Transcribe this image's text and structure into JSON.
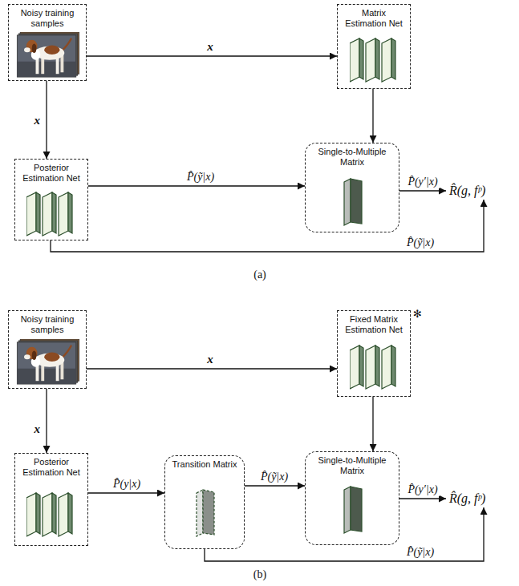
{
  "diagram": {
    "nodes": [
      {
        "text": [
          "Noisy training samples"
        ]
      },
      {
        "text": [
          "Matrix Estimation Net"
        ]
      },
      {
        "text": [
          "Posterior Estimation Net"
        ]
      },
      {
        "text": [
          "Single-to-Multiple Matrix"
        ]
      },
      {
        "text": [
          "R̂(g, fᵖ)"
        ]
      },
      {
        "text": [
          "Noisy training samples"
        ]
      },
      {
        "text": [
          "Fixed Matrix Estimation Net",
          "✻"
        ]
      },
      {
        "text": [
          "Posterior Estimation Net"
        ]
      },
      {
        "text": [
          "Transition Matrix"
        ]
      },
      {
        "text": [
          "Single-to-Multiple Matrix"
        ]
      },
      {
        "text": [
          "R̂(g, fᵖ)"
        ]
      }
    ],
    "edges": [
      {
        "from": 0,
        "to": 1,
        "arrow": "to",
        "label": "x"
      },
      {
        "from": 0,
        "to": 2,
        "arrow": "to",
        "label": "x"
      },
      {
        "from": 1,
        "to": 3,
        "arrow": "to"
      },
      {
        "from": 2,
        "to": 3,
        "arrow": "to",
        "label": "P̂(ỹ|x)"
      },
      {
        "from": 3,
        "to": 4,
        "arrow": "to",
        "label": "P̂(y′|x)"
      },
      {
        "from": 2,
        "to": 4,
        "arrow": "to",
        "label": "P̂(ỹ|x)"
      },
      {
        "from": 5,
        "to": 6,
        "arrow": "to",
        "label": "x"
      },
      {
        "from": 5,
        "to": 7,
        "arrow": "to",
        "label": "x"
      },
      {
        "from": 6,
        "to": 9,
        "arrow": "to"
      },
      {
        "from": 7,
        "to": 8,
        "arrow": "to",
        "label": "P̂(y|x)"
      },
      {
        "from": 8,
        "to": 9,
        "arrow": "to",
        "label": "P̂(ỹ|x)"
      },
      {
        "from": 9,
        "to": 10,
        "arrow": "to",
        "label": "P̂(y′|x)"
      },
      {
        "from": 8,
        "to": 10,
        "arrow": "to",
        "label": "P̂(ỹ|x)"
      }
    ],
    "labels": [
      "(a)",
      "(b)"
    ]
  }
}
